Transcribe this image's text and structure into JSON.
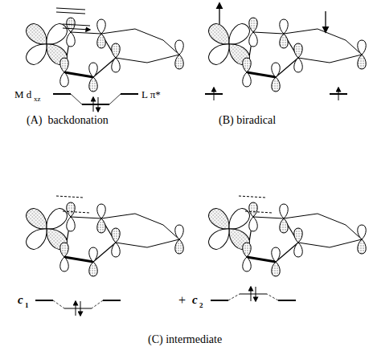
{
  "diagram": {
    "labels": [
      "M d",
      "xz",
      "L π*",
      "(A)  backdonation",
      "(B) biradical",
      "c",
      "1",
      "+",
      "c",
      "2",
      "(C) intermediate"
    ]
  }
}
